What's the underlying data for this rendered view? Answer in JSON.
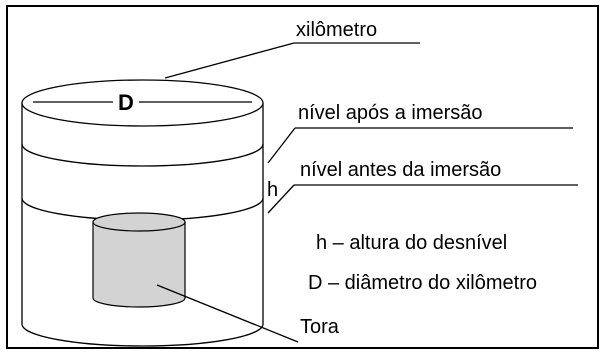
{
  "labels": {
    "xilometro": "xilômetro",
    "diameter_symbol": "D",
    "level_after": "nível após a imersão",
    "level_before": "nível antes da imersão",
    "height_symbol": "h",
    "legend_h": "h – altura do desnível",
    "legend_d": "D – diâmetro do xilômetro",
    "tora": "Tora"
  },
  "colors": {
    "outline": "#000000",
    "log_fill": "#d3d3d3",
    "background": "#ffffff"
  }
}
